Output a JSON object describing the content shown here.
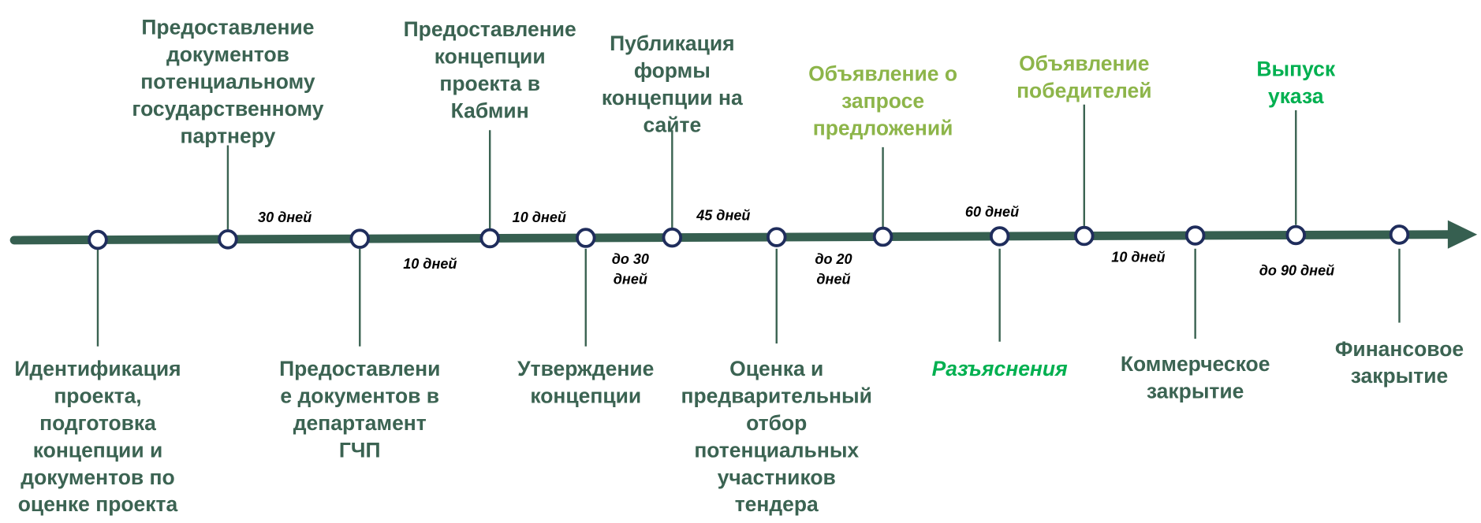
{
  "colors": {
    "axis": "#365f50",
    "dark_text": "#3b6352",
    "light_green": "#8db54a",
    "bright_green": "#00b050",
    "node_stroke": "#1f2d5c"
  },
  "events": [
    {
      "pos": "bottom",
      "color": "dark",
      "lines": [
        "Идентификация",
        "проекта,",
        "подготовка",
        "концепции и",
        "документов по",
        "оценке проекта"
      ]
    },
    {
      "pos": "top",
      "color": "dark",
      "lines": [
        "Предоставление",
        "документов",
        "потенциальному",
        "государственному",
        "партнеру"
      ]
    },
    {
      "pos": "bottom",
      "color": "dark",
      "lines": [
        "Предоставлени",
        "е документов в",
        "департамент",
        "ГЧП"
      ]
    },
    {
      "pos": "top",
      "color": "dark",
      "lines": [
        "Предоставление",
        "концепции",
        "проекта в",
        "Кабмин"
      ]
    },
    {
      "pos": "bottom",
      "color": "dark",
      "lines": [
        "Утверждение",
        "концепции"
      ]
    },
    {
      "pos": "top",
      "color": "dark",
      "lines": [
        "Публикация",
        "формы",
        "концепции на",
        "сайте"
      ]
    },
    {
      "pos": "bottom",
      "color": "dark",
      "lines": [
        "Оценка и",
        "предварительный",
        "отбор",
        "потенциальных",
        "участников",
        "тендера"
      ]
    },
    {
      "pos": "top",
      "color": "light",
      "lines": [
        "Объявление о",
        "запросе",
        "предложений"
      ]
    },
    {
      "pos": "bottom",
      "color": "bright",
      "italic": true,
      "lines": [
        "Разъяснения"
      ]
    },
    {
      "pos": "top",
      "color": "light",
      "lines": [
        "Объявление",
        "победителей"
      ]
    },
    {
      "pos": "bottom",
      "color": "dark",
      "lines": [
        "Коммерческое",
        "закрытие"
      ]
    },
    {
      "pos": "top",
      "color": "bright",
      "lines": [
        "Выпуск",
        "указа"
      ]
    },
    {
      "pos": "bottom",
      "color": "dark",
      "lines": [
        "Финансовое",
        "закрытие"
      ]
    }
  ],
  "durations": [
    {
      "lines": [
        "30 дней"
      ]
    },
    {
      "lines": [
        "10 дней"
      ]
    },
    {
      "lines": [
        "10 дней"
      ]
    },
    {
      "lines": [
        "до 30",
        "дней"
      ]
    },
    {
      "lines": [
        "45 дней"
      ]
    },
    {
      "lines": [
        "до 20",
        "дней"
      ]
    },
    {
      "lines": [
        "60 дней"
      ]
    },
    {
      "lines": [
        "10 дней"
      ]
    },
    {
      "lines": [
        "до 90 дней"
      ]
    }
  ]
}
